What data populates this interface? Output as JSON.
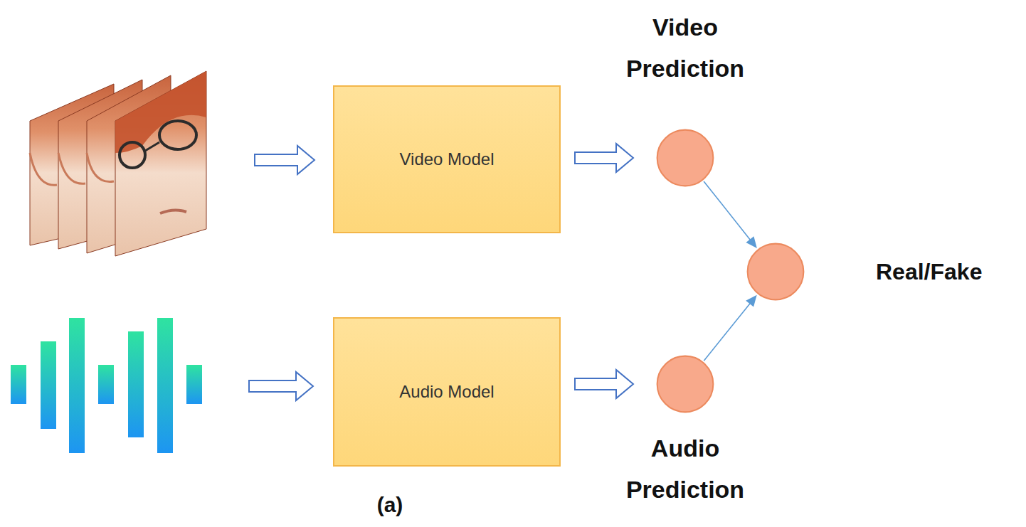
{
  "diagram": {
    "nodes": [
      {
        "text": [
          "Video Model"
        ]
      },
      {
        "text": [
          "Video Prediction"
        ]
      },
      {
        "text": [
          "Real/Fake"
        ]
      },
      {
        "text": [
          "Audio Model"
        ]
      },
      {
        "text": [
          "Audio Prediction"
        ]
      }
    ],
    "edges": [
      {
        "from": 0,
        "to": 1,
        "arrow": "to"
      },
      {
        "from": 1,
        "to": 2,
        "arrow": "to"
      },
      {
        "from": 3,
        "to": 4,
        "arrow": "to"
      },
      {
        "from": 4,
        "to": 2,
        "arrow": "to"
      }
    ],
    "labels": [
      "(a)"
    ]
  }
}
